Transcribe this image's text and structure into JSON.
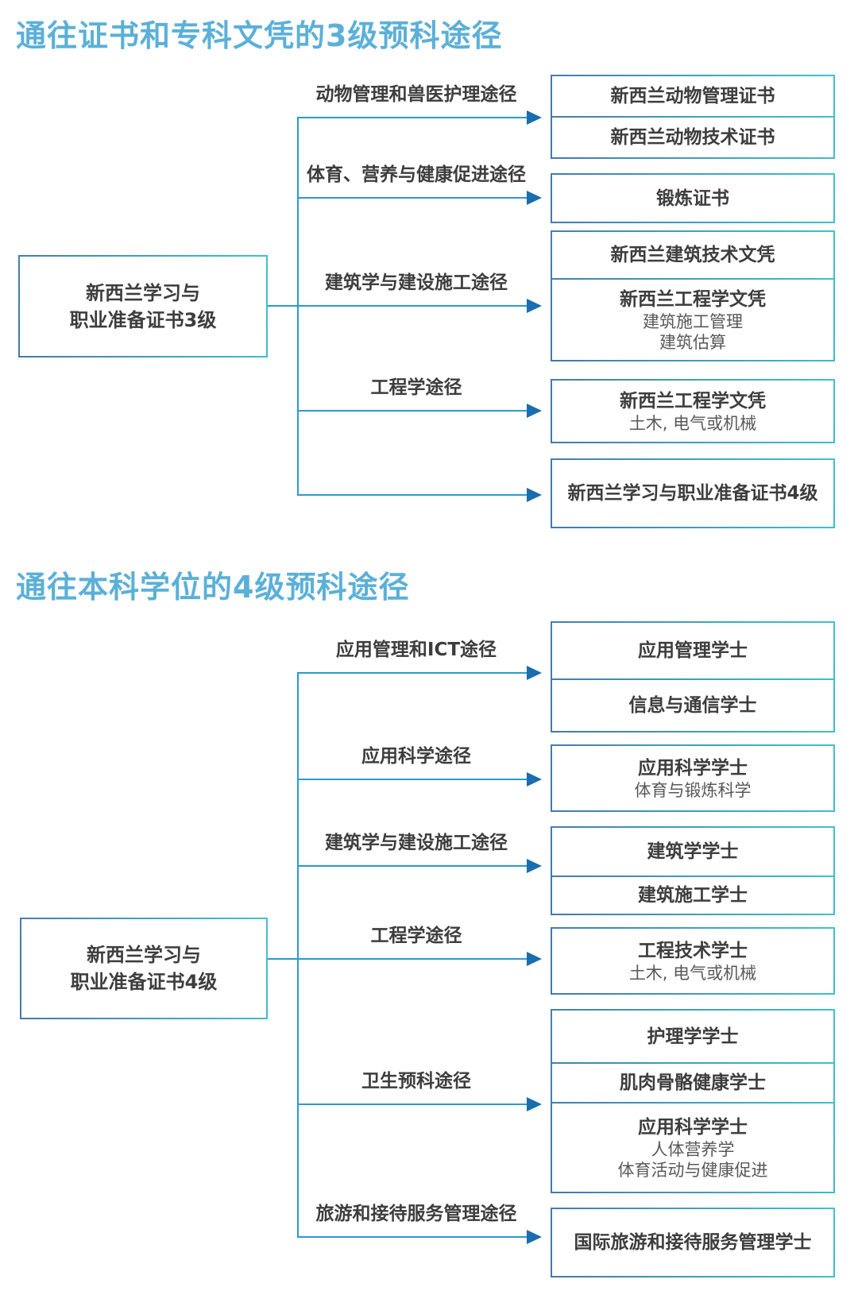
{
  "colors": {
    "title_blue": "#5bb0d8",
    "line_blue": "#2a9ad0",
    "arrowhead_blue": "#1a6dae",
    "border_gradient_start": "#4478ae",
    "border_gradient_end": "#3fc3c9",
    "text_main": "#3d3d3d",
    "text_sub": "#585858",
    "background": "#ffffff"
  },
  "sections": [
    {
      "title": "通往证书和专科文凭的3级预科途径",
      "source_lines": [
        "新西兰学习与",
        "职业准备证书3级"
      ],
      "branches": [
        {
          "label": "动物管理和兽医护理途径"
        },
        {
          "label": "体育、营养与健康促进途径"
        },
        {
          "label": "建筑学与建设施工途径"
        },
        {
          "label": "工程学途径"
        },
        {
          "label": ""
        }
      ],
      "targets": [
        {
          "rows": [
            {
              "title": "新西兰动物管理证书"
            },
            {
              "title": "新西兰动物技术证书"
            }
          ]
        },
        {
          "rows": [
            {
              "title": "锻炼证书"
            }
          ]
        },
        {
          "rows": [
            {
              "title": "新西兰建筑技术文凭"
            },
            {
              "title": "新西兰工程学文凭",
              "subs": [
                "建筑施工管理",
                "建筑估算"
              ]
            }
          ]
        },
        {
          "rows": [
            {
              "title": "新西兰工程学文凭",
              "subs": [
                "土木, 电气或机械"
              ]
            }
          ]
        },
        {
          "rows": [
            {
              "title": "新西兰学习与职业准备证书4级"
            }
          ]
        }
      ]
    },
    {
      "title": "通往本科学位的4级预科途径",
      "source_lines": [
        "新西兰学习与",
        "职业准备证书4级"
      ],
      "branches": [
        {
          "label": "应用管理和ICT途径"
        },
        {
          "label": "应用科学途径"
        },
        {
          "label": "建筑学与建设施工途径"
        },
        {
          "label": "工程学途径"
        },
        {
          "label": "卫生预科途径"
        },
        {
          "label": "旅游和接待服务管理途径"
        }
      ],
      "targets": [
        {
          "rows": [
            {
              "title": "应用管理学士"
            },
            {
              "title": "信息与通信学士"
            }
          ]
        },
        {
          "rows": [
            {
              "title": "应用科学学士",
              "subs": [
                "体育与锻炼科学"
              ]
            }
          ]
        },
        {
          "rows": [
            {
              "title": "建筑学学士"
            },
            {
              "title": "建筑施工学士"
            }
          ]
        },
        {
          "rows": [
            {
              "title": "工程技术学士",
              "subs": [
                "土木, 电气或机械"
              ]
            }
          ]
        },
        {
          "rows": [
            {
              "title": "护理学学士"
            },
            {
              "title": "肌肉骨骼健康学士"
            },
            {
              "title": "应用科学学士",
              "subs": [
                "人体营养学",
                "体育活动与健康促进"
              ]
            }
          ]
        },
        {
          "rows": [
            {
              "title": "国际旅游和接待服务管理学士"
            }
          ]
        }
      ]
    }
  ]
}
